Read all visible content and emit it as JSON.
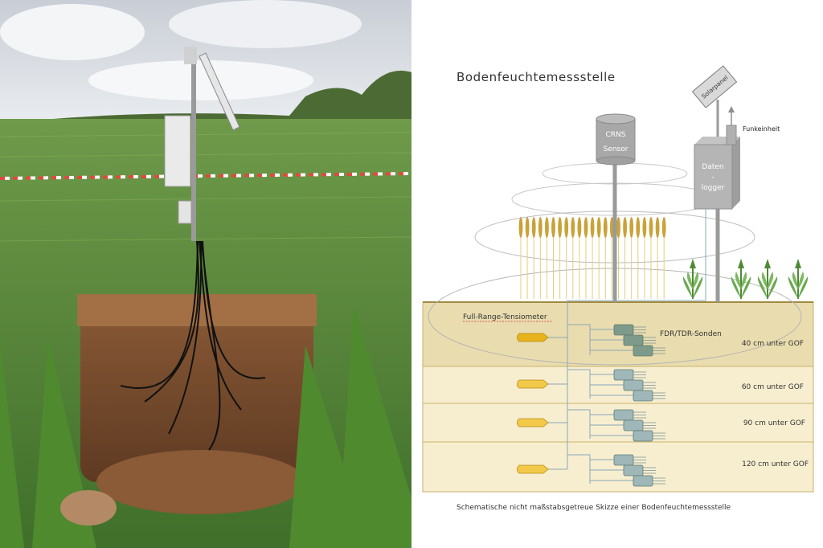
{
  "diagram": {
    "title": "Bodenfeuchtemessstelle",
    "caption": "Schematische nicht maßstabsgetreue Skizze einer Bodenfeuchtemessstelle",
    "crns_line1": "CRNS",
    "crns_line2": "Sensor",
    "logger_line1": "Daten",
    "logger_line2": "-",
    "logger_line3": "logger",
    "solar_label": "Solarpanel",
    "radio_label": "Funkeinheit",
    "tensiometer_label": "Full-Range-Tensiometer",
    "fdr_label": "FDR/TDR-Sonden",
    "layers": [
      {
        "depth_label": "40 cm unter GOF"
      },
      {
        "depth_label": "60 cm unter GOF"
      },
      {
        "depth_label": "90 cm unter GOF"
      },
      {
        "depth_label": "120 cm unter GOF"
      }
    ]
  },
  "colors": {
    "soil_top": "#e8d9a8",
    "soil_layer": "#f6eccb",
    "soil_border": "#c9b26a",
    "tensiometer": "#e8b21c",
    "probe_dark": "#7d9a8a",
    "probe_light": "#9fb7b9",
    "sensor_grey": "#a9a9a9",
    "wheat": "#c9a23a",
    "grass": "#6aa84f",
    "sky": "#d9dde2"
  }
}
